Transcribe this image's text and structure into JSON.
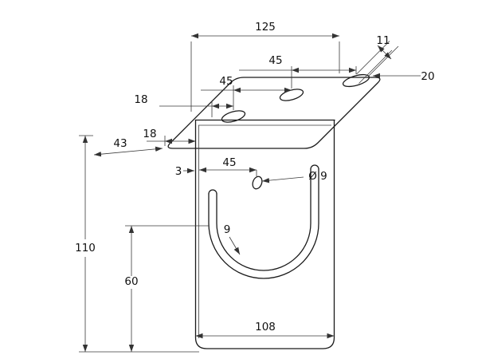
{
  "drawing": {
    "title": "bracket-technical-drawing",
    "labels": {
      "d125": "125",
      "d45_top": "45",
      "d45_mid": "45",
      "d18_upper": "18",
      "d18_lower": "18",
      "d43": "43",
      "d3": "3",
      "d45_hole": "45",
      "dia9": "Ø 9",
      "d9": "9",
      "d11": "11",
      "d20": "20",
      "d110": "110",
      "d60": "60",
      "d108": "108"
    }
  }
}
